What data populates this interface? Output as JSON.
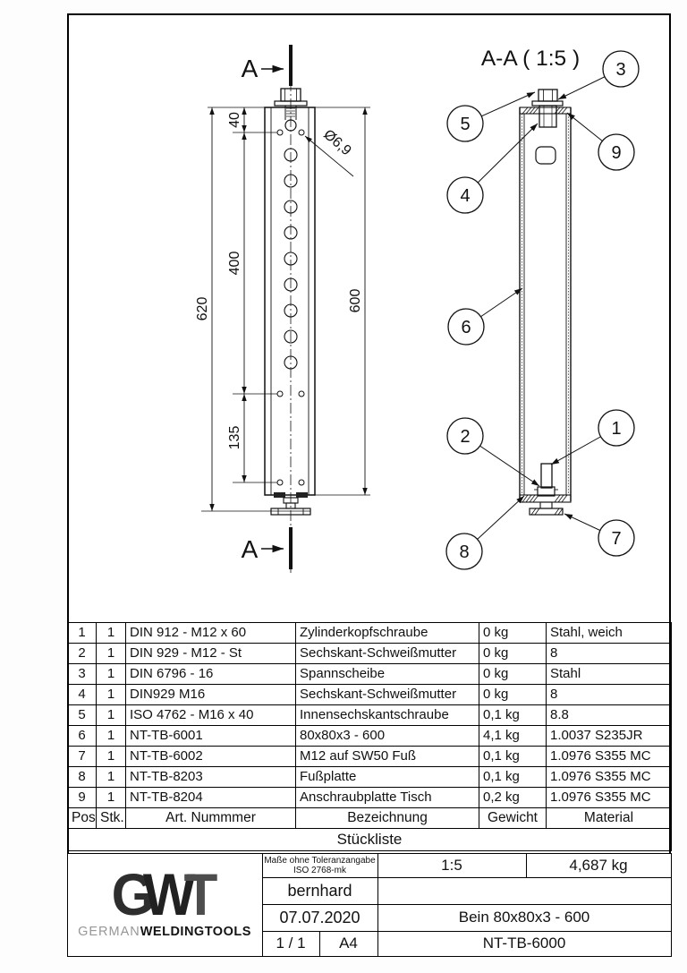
{
  "drawing": {
    "view_title": "A-A ( 1:5 )",
    "section_marker": "A",
    "dims": {
      "edge": "40",
      "field": "400",
      "lower": "135",
      "overall": "620",
      "tube": "600",
      "hole_dia": "Ø6,9"
    },
    "balloons": [
      "1",
      "2",
      "3",
      "4",
      "5",
      "6",
      "7",
      "8",
      "9"
    ]
  },
  "parts_table": {
    "caption": "Stückliste",
    "headers": {
      "pos": "Pos",
      "qty": "Stk.",
      "art": "Art. Nummmer",
      "desc": "Bezeichnung",
      "weight": "Gewicht",
      "material": "Material"
    },
    "rows": [
      {
        "pos": "1",
        "qty": "1",
        "art": "DIN 912 - M12 x 60",
        "desc": "Zylinderkopfschraube",
        "weight": "0 kg",
        "material": "Stahl, weich"
      },
      {
        "pos": "2",
        "qty": "1",
        "art": "DIN 929 - M12 - St",
        "desc": "Sechskant-Schweißmutter",
        "weight": "0 kg",
        "material": "8"
      },
      {
        "pos": "3",
        "qty": "1",
        "art": "DIN 6796 - 16",
        "desc": "Spannscheibe",
        "weight": "0 kg",
        "material": "Stahl"
      },
      {
        "pos": "4",
        "qty": "1",
        "art": "DIN929 M16",
        "desc": "Sechskant-Schweißmutter",
        "weight": "0 kg",
        "material": "8"
      },
      {
        "pos": "5",
        "qty": "1",
        "art": "ISO 4762  - M16 x 40",
        "desc": "Innensechskantschraube",
        "weight": "0,1 kg",
        "material": "8.8"
      },
      {
        "pos": "6",
        "qty": "1",
        "art": "NT-TB-6001",
        "desc": "80x80x3 - 600",
        "weight": "4,1 kg",
        "material": "1.0037 S235JR"
      },
      {
        "pos": "7",
        "qty": "1",
        "art": "NT-TB-6002",
        "desc": "M12 auf SW50 Fuß",
        "weight": "0,1 kg",
        "material": "1.0976 S355 MC"
      },
      {
        "pos": "8",
        "qty": "1",
        "art": "NT-TB-8203",
        "desc": "Fußplatte",
        "weight": "0,1 kg",
        "material": "1.0976 S355 MC"
      },
      {
        "pos": "9",
        "qty": "1",
        "art": "NT-TB-8204",
        "desc": "Anschraubplatte Tisch",
        "weight": "0,2 kg",
        "material": "1.0976 S355 MC"
      }
    ]
  },
  "title_block": {
    "logo": {
      "g": "G",
      "w": "W",
      "t": "T",
      "brand_light": "GERMAN",
      "brand_bold": "WELDINGTOOLS"
    },
    "tolerance_note_line1": "Maße ohne Toleranzangabe",
    "tolerance_note_line2": "ISO 2768-mk",
    "scale": "1:5",
    "weight": "4,687 kg",
    "author": "bernhard",
    "date": "07.07.2020",
    "part_title": "Bein 80x80x3 - 600",
    "sheet": "1 / 1",
    "format": "A4",
    "drawing_number": "NT-TB-6000"
  }
}
